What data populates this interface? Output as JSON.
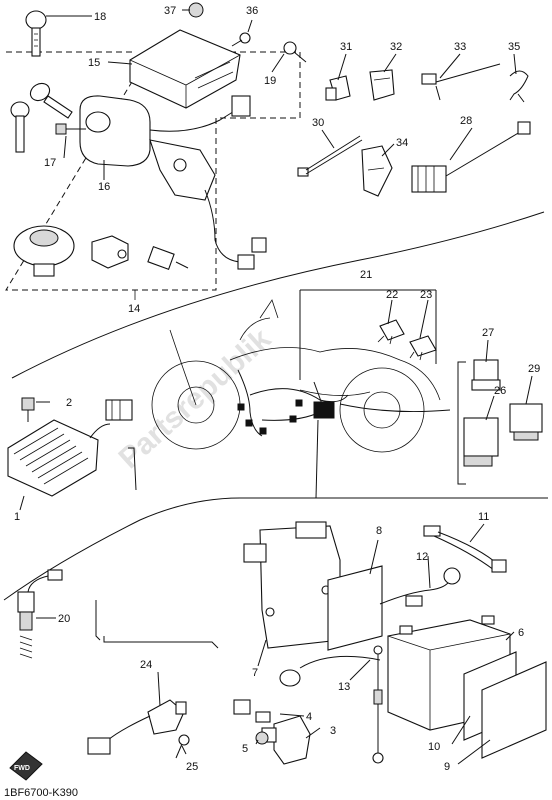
{
  "diagram": {
    "footer_code": "1BF6700-K390",
    "fwd_label": "FWD",
    "watermark": "Partsrepublik",
    "callouts": {
      "c1": "1",
      "c2": "2",
      "c3": "3",
      "c4": "4",
      "c5": "5",
      "c6": "6",
      "c7": "7",
      "c8": "8",
      "c9": "9",
      "c10": "10",
      "c11": "11",
      "c12": "12",
      "c13": "13",
      "c14": "14",
      "c15": "15",
      "c16": "16",
      "c17": "17",
      "c18": "18",
      "c19": "19",
      "c20": "20",
      "c21": "21",
      "c22": "22",
      "c23": "23",
      "c24": "24",
      "c25": "25",
      "c26": "26",
      "c27": "27",
      "c28": "28",
      "c29": "29",
      "c30": "30",
      "c31": "31",
      "c32": "32",
      "c33": "33",
      "c34": "34",
      "c35": "35",
      "c36": "36",
      "c37": "37"
    }
  }
}
